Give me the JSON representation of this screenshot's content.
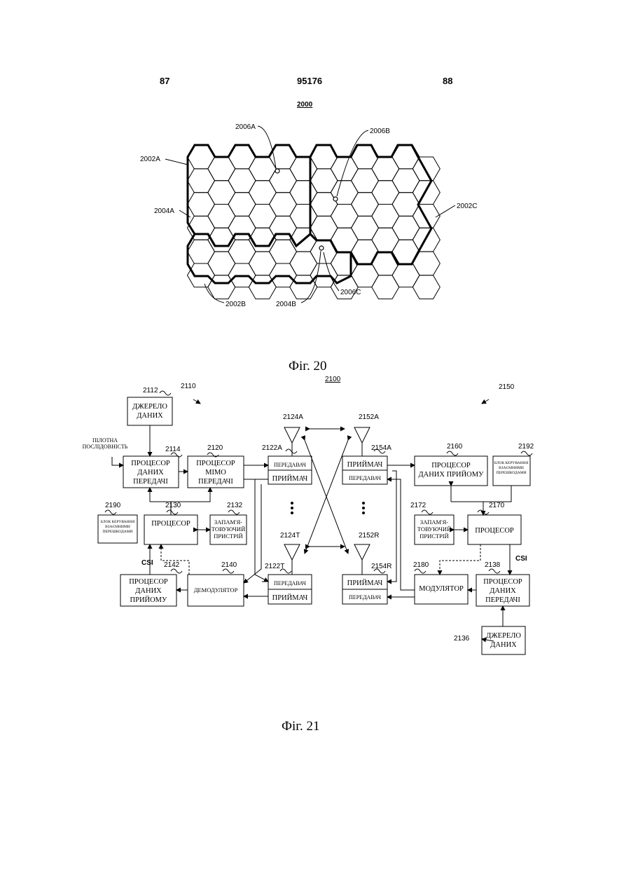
{
  "header": {
    "page_left": "87",
    "doc_number": "95176",
    "page_right": "88"
  },
  "fig20": {
    "number": "2000",
    "labels": {
      "l2006A": "2006A",
      "l2006B": "2006B",
      "l2002A": "2002A",
      "l2004A": "2004A",
      "l2002C": "2002C",
      "l2002B": "2002B",
      "l2004B": "2004B",
      "l2006C": "2006C"
    },
    "caption": "Фіг. 20"
  },
  "fig21": {
    "number": "2100",
    "caption": "Фіг. 21",
    "refs": {
      "r2110": "2110",
      "r2150": "2150",
      "r2112": "2112",
      "r2114": "2114",
      "r2120": "2120",
      "r2122A": "2122A",
      "r2124A": "2124A",
      "r2152A": "2152A",
      "r2154A": "2154A",
      "r2160": "2160",
      "r2192": "2192",
      "r2190": "2190",
      "r2130": "2130",
      "r2132": "2132",
      "r2172": "2172",
      "r2170": "2170",
      "r2124T": "2124T",
      "r2152R": "2152R",
      "r2122T": "2122T",
      "r2154R": "2154R",
      "r2142": "2142",
      "r2140": "2140",
      "r2180": "2180",
      "r2138": "2138",
      "r2136": "2136",
      "csi_left": "CSI",
      "csi_right": "CSI"
    },
    "pilot": [
      "ПІЛОТНА",
      "ПОСЛІДОВНІСТЬ"
    ],
    "blocks": {
      "source_left": [
        "ДЖЕРЕЛО",
        "ДАНИХ"
      ],
      "tx_proc_left": [
        "ПРОЦЕСОР",
        "ДАНИХ",
        "ПЕРЕДАЧІ"
      ],
      "mimo_proc": [
        "ПРОЦЕСОР",
        "МІМО",
        "ПЕРЕДАЧІ"
      ],
      "tx_a_left": "ПЕРЕДАВАЧ",
      "rx_a_left": "ПРИЙМАЧ",
      "rx_a_right": "ПРИЙМАЧ",
      "tx_a_right": "ПЕРЕДАВАЧ",
      "rx_proc_right": [
        "ПРОЦЕСОР",
        "ДАНИХ ПРИЙОМУ"
      ],
      "mgmt_right": [
        "БЛОК КЕРУВАННЯ",
        "ВЗАЄМНИМИ",
        "ПЕРЕШКОДАМИ"
      ],
      "mgmt_left": [
        "БЛОК КЕРУВАННЯ",
        "ВЗАЄМНИМИ",
        "ПЕРЕШКОДАМИ"
      ],
      "proc_left": "ПРОЦЕСОР",
      "mem_left": [
        "ЗАПАМ'Я-",
        "ТОВУЮЧИЙ",
        "ПРИСТРІЙ"
      ],
      "mem_right": [
        "ЗАПАМ'Я-",
        "ТОВУЮЧИЙ",
        "ПРИСТРІЙ"
      ],
      "proc_right": "ПРОЦЕСОР",
      "rx_proc_left": [
        "ПРОЦЕСОР",
        "ДАНИХ",
        "ПРИЙОМУ"
      ],
      "demod": "ДЕМОДУЛЯТОР",
      "tx_t_left": "ПЕРЕДАВАЧ",
      "rx_t_left": "ПРИЙМАЧ",
      "rx_r_right": "ПРИЙМАЧ",
      "tx_r_right": "ПЕРЕДАВАЧ",
      "mod": "МОДУЛЯТОР",
      "tx_proc_right": [
        "ПРОЦЕСОР",
        "ДАНИХ",
        "ПЕРЕДАЧІ"
      ],
      "source_right": [
        "ДЖЕРЕЛО",
        "ДАНИХ"
      ]
    }
  }
}
